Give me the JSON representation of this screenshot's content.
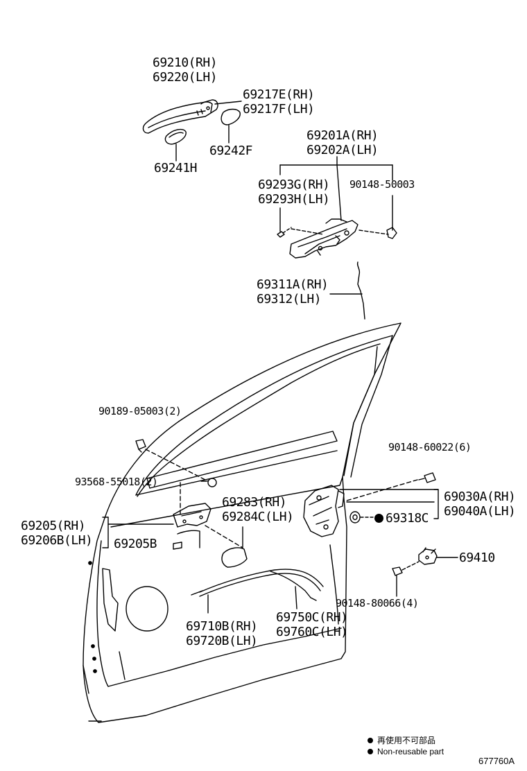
{
  "parts": {
    "handle_rh": "69210(RH)",
    "handle_lh": "69220(LH)",
    "cap_rh": "69217E(RH)",
    "cap_lh": "69217F(LH)",
    "pad_f": "69242F",
    "pad_h": "69241H",
    "frame_rh": "69201A(RH)",
    "frame_lh": "69202A(LH)",
    "cover_rh": "69293G(RH)",
    "cover_lh": "69293H(LH)",
    "screw_90148_50003": "90148-50003",
    "rod_rh": "69311A(RH)",
    "rod_lh": "69312(LH)",
    "screw_90189": "90189-05003(2)",
    "screw_90148_60022": "90148-60022(6)",
    "grommet_93568": "93568-55018(2)",
    "lockcyl_rh": "69283(RH)",
    "lockcyl_lh": "69284C(LH)",
    "lock_rh": "69030A(RH)",
    "lock_lh": "69040A(LH)",
    "seal_69318c": "69318C",
    "bracket_rh": "69205(RH)",
    "bracket_lh": "69206B(LH)",
    "bracket_b": "69205B",
    "striker": "69410",
    "screw_90148_80066": "90148-80066(4)",
    "cable_rh": "69710B(RH)",
    "cable_lh": "69720B(LH)",
    "cable2_rh": "69750C(RH)",
    "cable2_lh": "69760C(LH)"
  },
  "legend": {
    "jp": "再使用不可部品",
    "en": "Non-reusable part"
  },
  "figure_id": "677760A"
}
